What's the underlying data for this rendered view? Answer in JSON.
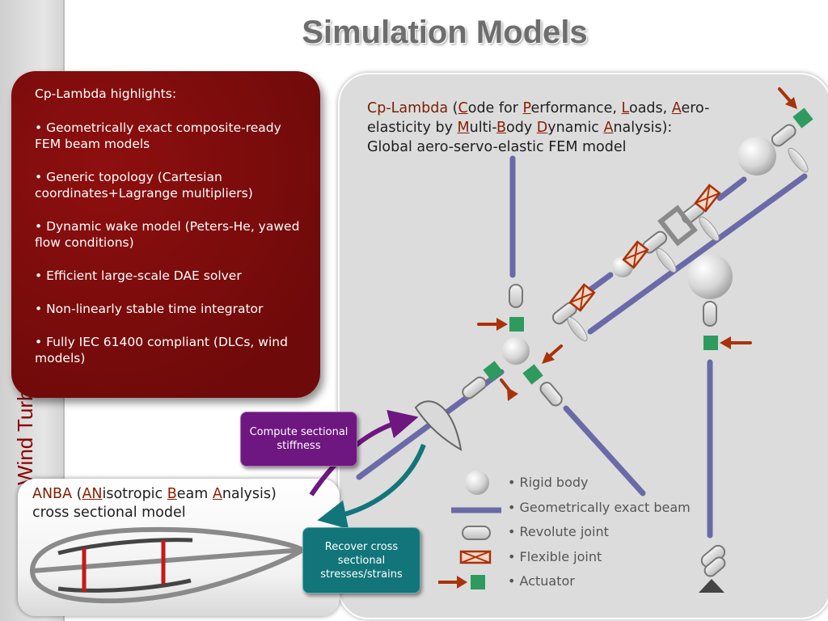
{
  "sidebar": {
    "text": "Wind Turbine"
  },
  "title": "Simulation Models",
  "highlights": {
    "name": "Cp-Lambda",
    "suffix": " highlights:",
    "bullets": [
      "• Geometrically exact composite-ready FEM beam models",
      "• Generic topology (Cartesian coordinates+Lagrange multipliers)",
      "• Dynamic wake model (Peters-He, yawed flow conditions)",
      "• Efficient large-scale DAE solver",
      "• Non-linearly stable time integrator",
      "• Fully IEC 61400 compliant (DLCs, wind models)"
    ]
  },
  "cplambda": {
    "name": "Cp-Lambda",
    "open": " (",
    "c1": "C",
    "t1": "ode for ",
    "c2": "P",
    "t2": "erformance, ",
    "c3": "L",
    "t3": "oads, ",
    "c4": "A",
    "t4": "ero-",
    "t5": "elasticity by ",
    "c5": "M",
    "t6": "ulti-",
    "c6": "B",
    "t7": "ody ",
    "c7": "D",
    "t8": "ynamic ",
    "c8": "A",
    "t9": "nalysis):",
    "line3": "Global aero-servo-elastic FEM model"
  },
  "anba": {
    "name": "ANBA",
    "open": " (",
    "c1": "AN",
    "t1": "isotropic ",
    "c2": "B",
    "t2": "eam ",
    "c3": "A",
    "t3": "nalysis)",
    "line2": "cross sectional model"
  },
  "callouts": {
    "compute": "Compute sectional stiffness",
    "recover": "Recover cross sectional stresses/strains"
  },
  "legend": [
    {
      "icon": "sphere-icon",
      "label": "•  Rigid body"
    },
    {
      "icon": "beam-line-icon",
      "label": "•  Geometrically exact beam"
    },
    {
      "icon": "revolute-joint-icon",
      "label": "•  Revolute joint"
    },
    {
      "icon": "flexible-joint-icon",
      "label": "•  Flexible joint"
    },
    {
      "icon": "actuator-icon",
      "label": "•  Actuator"
    }
  ],
  "colors": {
    "beam": "#6a6aa8",
    "actuator": "#2f9a5e",
    "arrow": "#a8330b",
    "highlight_box": "#7a0c0c",
    "compute": "#6e1780",
    "recover": "#12757a"
  }
}
